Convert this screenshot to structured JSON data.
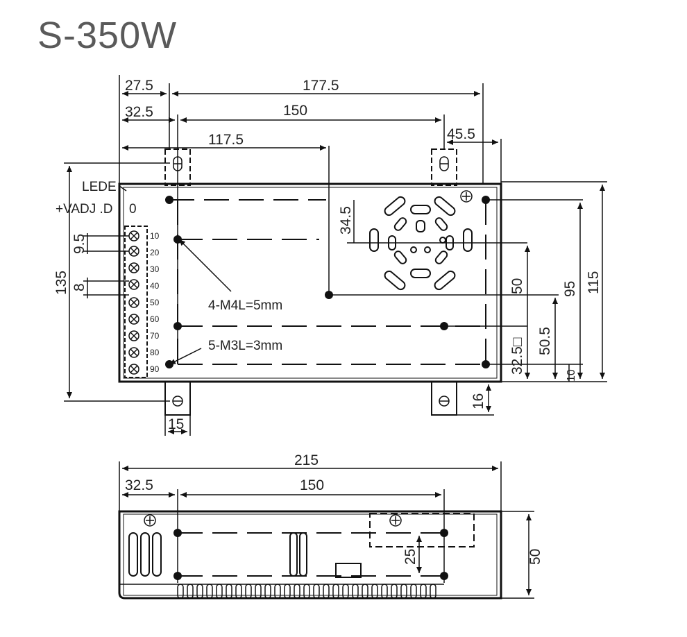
{
  "title": "S-350W",
  "top_view": {
    "dims": {
      "d27_5": "27.5",
      "d177_5": "177.5",
      "d32_5": "32.5",
      "d150": "150",
      "d117_5": "117.5",
      "d45_5": "45.5",
      "d34_5": "34.5",
      "d135": "135",
      "d9_5": "9.5",
      "d8": "8",
      "d50": "50",
      "d95": "95",
      "d115": "115",
      "d50_5": "50.5",
      "d32_5b": "32.5□",
      "d10": "10",
      "d16": "16",
      "d15": "15"
    },
    "labels": {
      "led": "LEDE",
      "vadj": "+VADJ .D",
      "vadj_zero": "0",
      "m4": "4-M4L=5mm",
      "m3": "5-M3L=3mm"
    },
    "terminal_scale": [
      "10",
      "20",
      "30",
      "40",
      "50",
      "60",
      "70",
      "80",
      "90"
    ]
  },
  "side_view": {
    "dims": {
      "d215": "215",
      "d32_5": "32.5",
      "d150": "150",
      "d25": "25",
      "d50": "50"
    }
  }
}
